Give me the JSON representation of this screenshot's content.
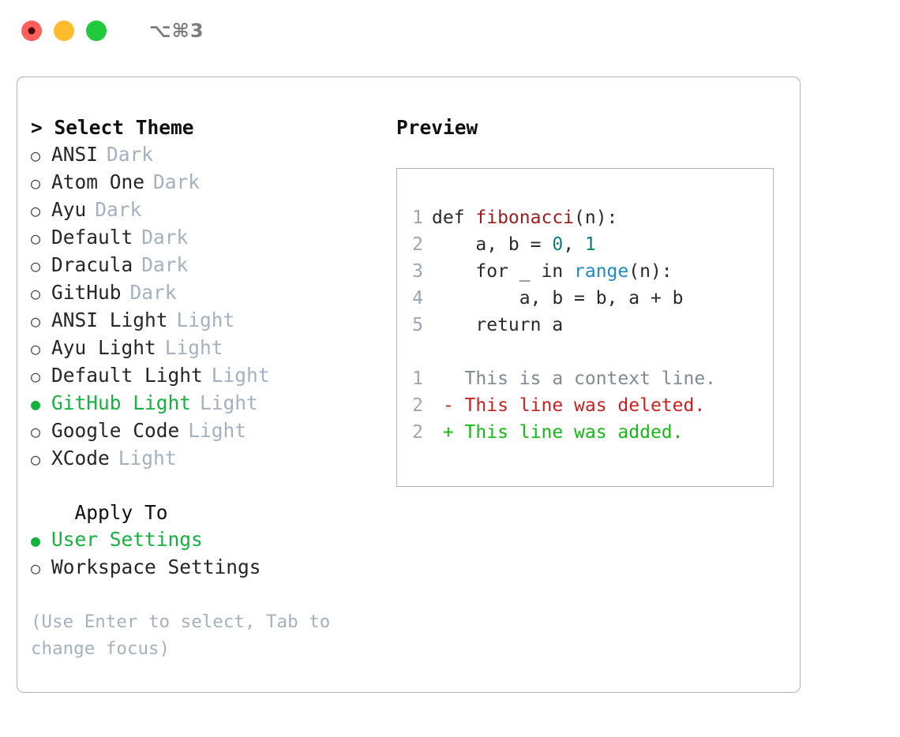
{
  "window": {
    "shortcut": "⌥⌘3",
    "traffic_lights": [
      "close",
      "minimize",
      "zoom"
    ],
    "colors": {
      "close": "#ff6059",
      "minimize": "#ffbd2e",
      "zoom": "#21c93c",
      "accent_green": "#15b13f",
      "border": "#a9b4c4",
      "muted": "#a5b0c0"
    }
  },
  "theme_section": {
    "header": "> Select Theme",
    "items": [
      {
        "bullet": "○",
        "label": "ANSI",
        "variant": "Dark",
        "selected": false
      },
      {
        "bullet": "○",
        "label": "Atom One",
        "variant": "Dark",
        "selected": false
      },
      {
        "bullet": "○",
        "label": "Ayu",
        "variant": "Dark",
        "selected": false
      },
      {
        "bullet": "○",
        "label": "Default",
        "variant": "Dark",
        "selected": false
      },
      {
        "bullet": "○",
        "label": "Dracula",
        "variant": "Dark",
        "selected": false
      },
      {
        "bullet": "○",
        "label": "GitHub",
        "variant": "Dark",
        "selected": false
      },
      {
        "bullet": "○",
        "label": "ANSI Light",
        "variant": "Light",
        "selected": false
      },
      {
        "bullet": "○",
        "label": "Ayu Light",
        "variant": "Light",
        "selected": false
      },
      {
        "bullet": "○",
        "label": "Default Light",
        "variant": "Light",
        "selected": false
      },
      {
        "bullet": "●",
        "label": "GitHub Light",
        "variant": "Light",
        "selected": true
      },
      {
        "bullet": "○",
        "label": "Google Code",
        "variant": "Light",
        "selected": false
      },
      {
        "bullet": "○",
        "label": "XCode",
        "variant": "Light",
        "selected": false
      }
    ]
  },
  "apply_section": {
    "header": "  Apply To",
    "items": [
      {
        "bullet": "●",
        "label": "User Settings",
        "selected": true
      },
      {
        "bullet": "○",
        "label": "Workspace Settings",
        "selected": false
      }
    ]
  },
  "hint": "(Use Enter to select, Tab to change focus)",
  "preview": {
    "title": "Preview",
    "code_lines": [
      {
        "no": "1",
        "tokens": [
          {
            "t": "def ",
            "c": "plain"
          },
          {
            "t": "fibonacci",
            "c": "func"
          },
          {
            "t": "(n):",
            "c": "plain"
          }
        ]
      },
      {
        "no": "2",
        "tokens": [
          {
            "t": "    a, b = ",
            "c": "plain"
          },
          {
            "t": "0",
            "c": "num"
          },
          {
            "t": ", ",
            "c": "plain"
          },
          {
            "t": "1",
            "c": "num"
          }
        ]
      },
      {
        "no": "3",
        "tokens": [
          {
            "t": "    for _ in ",
            "c": "plain"
          },
          {
            "t": "range",
            "c": "call"
          },
          {
            "t": "(n):",
            "c": "plain"
          }
        ]
      },
      {
        "no": "4",
        "tokens": [
          {
            "t": "        a, b = b, a + b",
            "c": "plain"
          }
        ]
      },
      {
        "no": "5",
        "tokens": [
          {
            "t": "    return a",
            "c": "plain"
          }
        ]
      }
    ],
    "diff_lines": [
      {
        "no": "1",
        "marker": "  ",
        "text": "This is a context line.",
        "kind": "context"
      },
      {
        "no": "2",
        "marker": "- ",
        "text": "This line was deleted.",
        "kind": "del"
      },
      {
        "no": "2",
        "marker": "+ ",
        "text": "This line was added.",
        "kind": "add"
      }
    ]
  }
}
